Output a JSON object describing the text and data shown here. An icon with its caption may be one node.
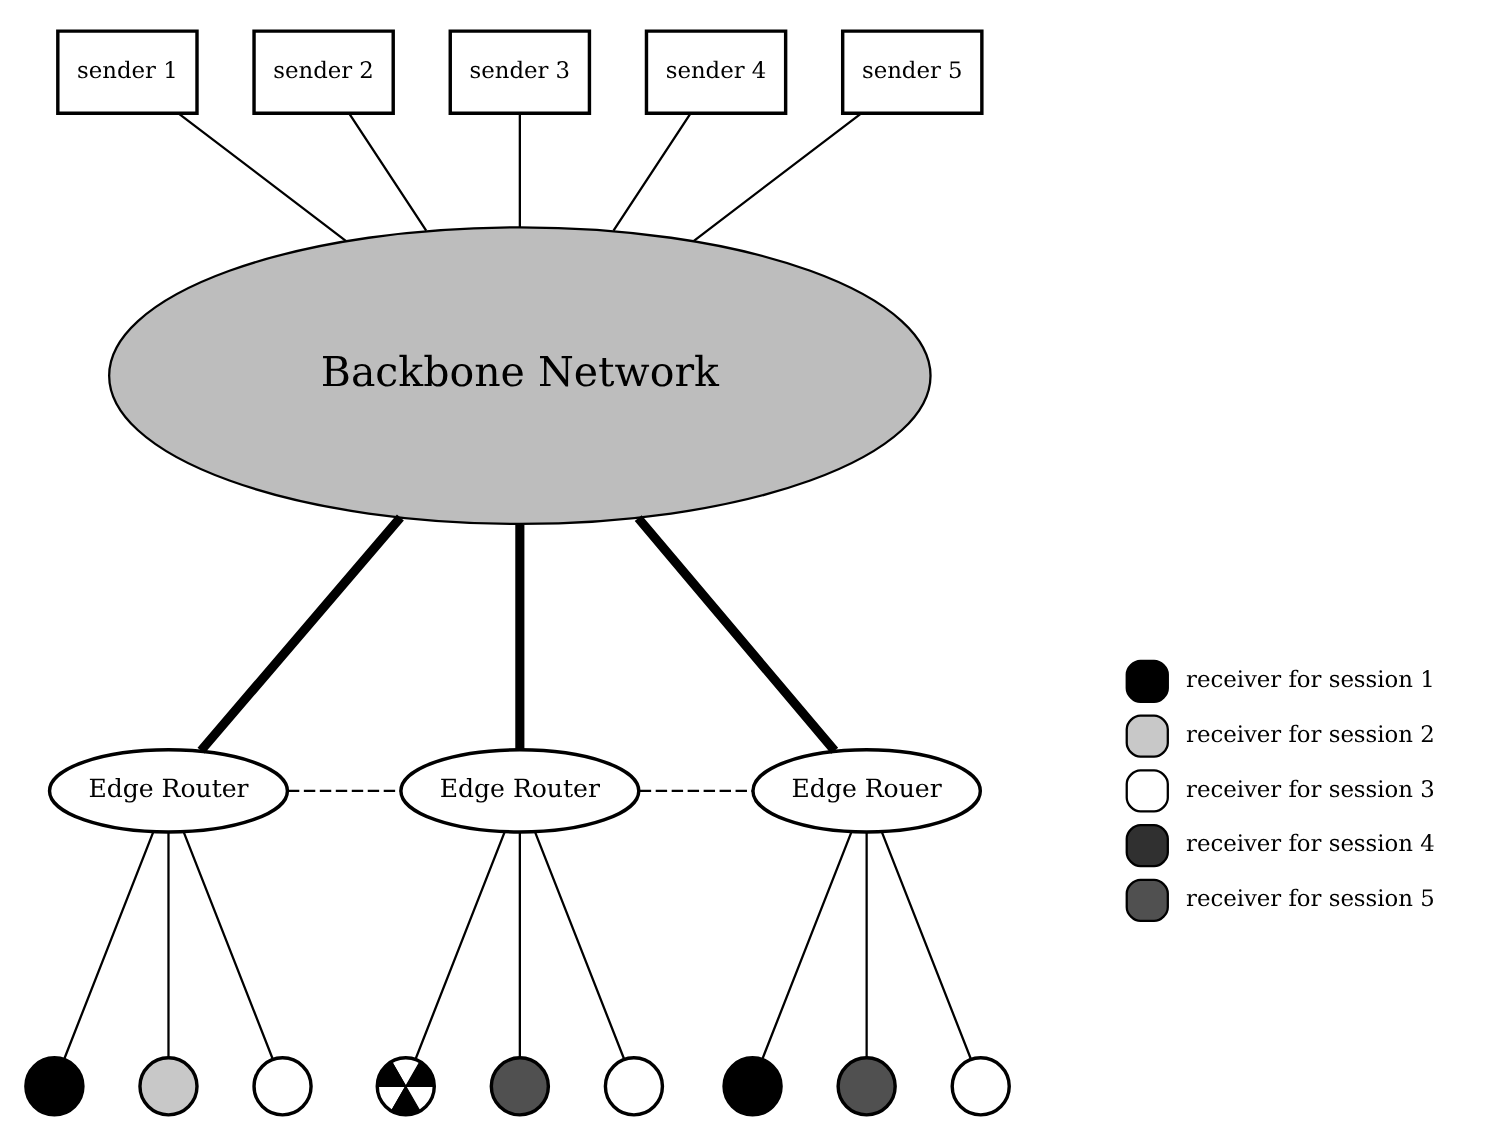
{
  "diagram": {
    "nodes": [
      {
        "text": [
          "sender 1"
        ]
      },
      {
        "text": [
          "sender 2"
        ]
      },
      {
        "text": [
          "sender 3"
        ]
      },
      {
        "text": [
          "sender 4"
        ]
      },
      {
        "text": [
          "sender 5"
        ]
      },
      {
        "text": [
          "Backbone Network"
        ]
      },
      {
        "text": [
          "Edge Router"
        ]
      },
      {
        "text": [
          "Edge Router"
        ]
      },
      {
        "text": [
          "Edge Rouer"
        ]
      },
      {
        "text": [],
        "shape": "circle"
      },
      {
        "text": [],
        "shape": "circle"
      },
      {
        "text": [],
        "shape": "circle"
      },
      {
        "text": [],
        "shape": "circle"
      },
      {
        "text": [],
        "shape": "circle"
      },
      {
        "text": [],
        "shape": "circle"
      },
      {
        "text": [],
        "shape": "circle"
      },
      {
        "text": [],
        "shape": "circle"
      },
      {
        "text": [],
        "shape": "circle"
      }
    ],
    "edges": [
      {
        "from": 0,
        "to": 5,
        "arrow": "none"
      },
      {
        "from": 1,
        "to": 5,
        "arrow": "none"
      },
      {
        "from": 2,
        "to": 5,
        "arrow": "none"
      },
      {
        "from": 3,
        "to": 5,
        "arrow": "none"
      },
      {
        "from": 4,
        "to": 5,
        "arrow": "none"
      },
      {
        "from": 5,
        "to": 6,
        "arrow": "none",
        "style": "thick"
      },
      {
        "from": 5,
        "to": 7,
        "arrow": "none",
        "style": "thick"
      },
      {
        "from": 5,
        "to": 8,
        "arrow": "none",
        "style": "thick"
      },
      {
        "from": 6,
        "to": 7,
        "arrow": "none",
        "style": "dashed"
      },
      {
        "from": 7,
        "to": 8,
        "arrow": "none",
        "style": "dashed"
      },
      {
        "from": 6,
        "to": 9,
        "arrow": "none"
      },
      {
        "from": 6,
        "to": 10,
        "arrow": "none"
      },
      {
        "from": 6,
        "to": 11,
        "arrow": "none"
      },
      {
        "from": 7,
        "to": 12,
        "arrow": "none"
      },
      {
        "from": 7,
        "to": 13,
        "arrow": "none"
      },
      {
        "from": 7,
        "to": 14,
        "arrow": "none"
      },
      {
        "from": 8,
        "to": 15,
        "arrow": "none"
      },
      {
        "from": 8,
        "to": 16,
        "arrow": "none"
      },
      {
        "from": 8,
        "to": 17,
        "arrow": "none"
      }
    ],
    "legend": [
      {
        "text": "receiver for session 1"
      },
      {
        "text": "receiver for session 2"
      },
      {
        "text": "receiver for session 3"
      },
      {
        "text": "receiver for session 4"
      },
      {
        "text": "receiver for session 5"
      }
    ]
  }
}
